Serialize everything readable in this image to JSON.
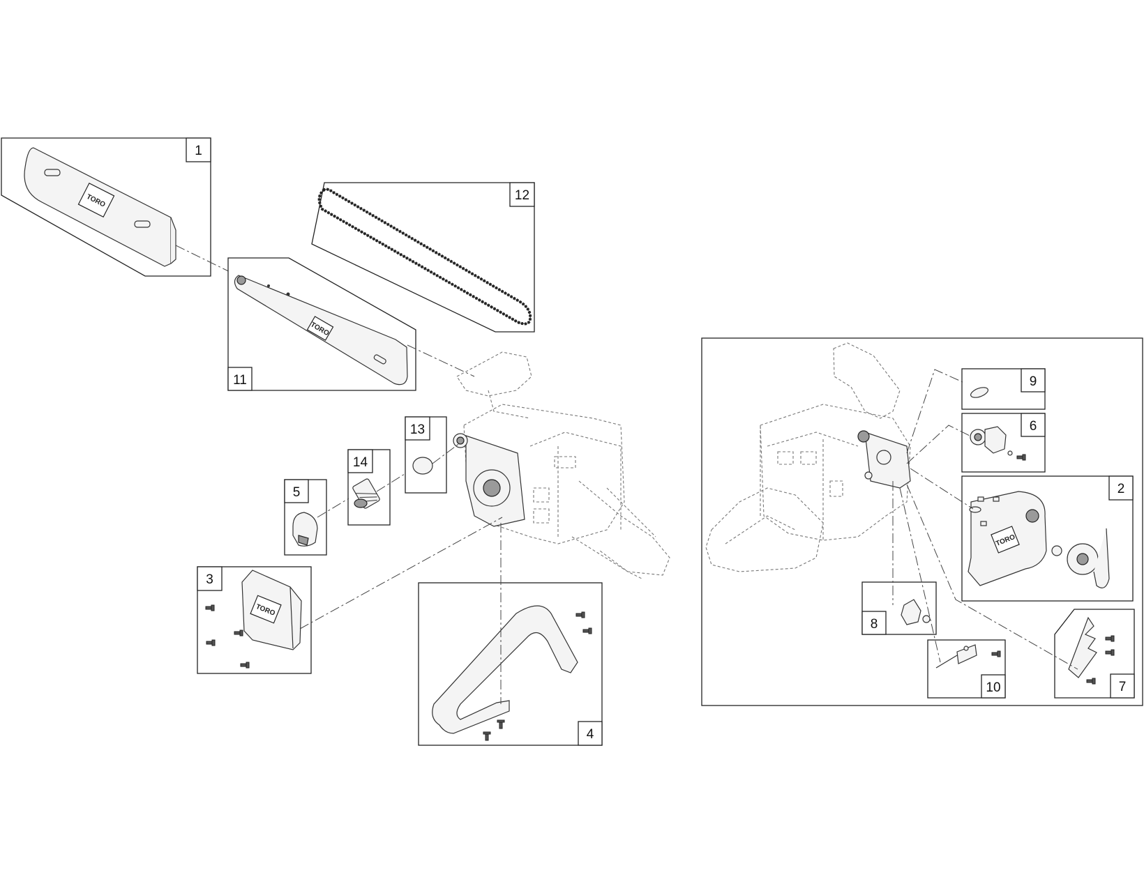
{
  "diagram": {
    "callouts": [
      {
        "id": "c1",
        "label": "1"
      },
      {
        "id": "c2",
        "label": "2"
      },
      {
        "id": "c3",
        "label": "3"
      },
      {
        "id": "c4",
        "label": "4"
      },
      {
        "id": "c5",
        "label": "5"
      },
      {
        "id": "c6",
        "label": "6"
      },
      {
        "id": "c7",
        "label": "7"
      },
      {
        "id": "c8",
        "label": "8"
      },
      {
        "id": "c9",
        "label": "9"
      },
      {
        "id": "c10",
        "label": "10"
      },
      {
        "id": "c11",
        "label": "11"
      },
      {
        "id": "c12",
        "label": "12"
      },
      {
        "id": "c13",
        "label": "13"
      },
      {
        "id": "c14",
        "label": "14"
      }
    ],
    "logo_text": "TORO"
  }
}
